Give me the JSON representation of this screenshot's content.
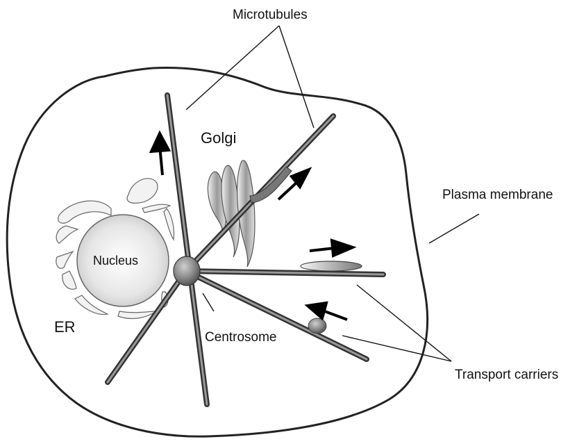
{
  "labels": {
    "microtubules": "Microtubules",
    "golgi": "Golgi",
    "plasma_membrane": "Plasma membrane",
    "nucleus": "Nucleus",
    "er": "ER",
    "centrosome": "Centrosome",
    "transport_carriers": "Transport carriers"
  },
  "colors": {
    "outline": "#222222",
    "fill_light": "#eeeeee",
    "fill_mid": "#bbbbbb",
    "arrow": "#000000"
  }
}
